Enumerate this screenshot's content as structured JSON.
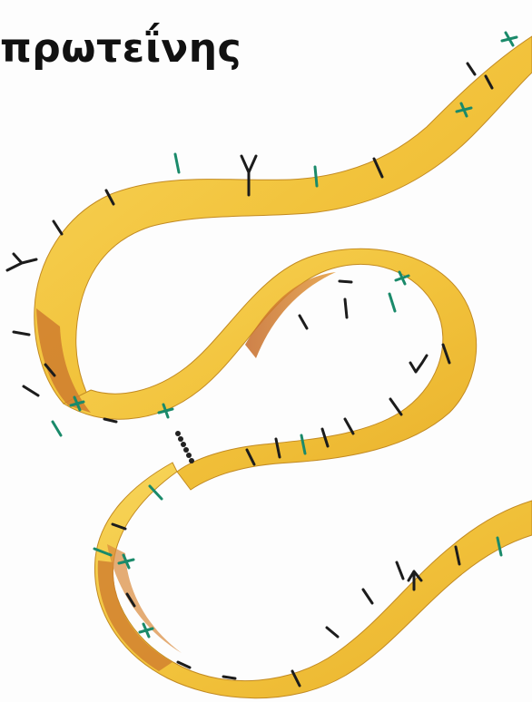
{
  "title": "πρωτεΐνης",
  "colors": {
    "ribbon_light": "#f6cf4a",
    "ribbon_mid": "#e9b52f",
    "ribbon_shadow": "#c9782a",
    "ribbon_edge": "#b9801f",
    "charge_positive": "#1a8a6a",
    "charge_other": "#1c1c1c",
    "disulfide_bond": "#222222"
  },
  "ribbon": {
    "description_icon": "protein-ribbon",
    "markers": {
      "positive": "+",
      "negative": "−",
      "polar": "|",
      "branched": "Y"
    }
  }
}
